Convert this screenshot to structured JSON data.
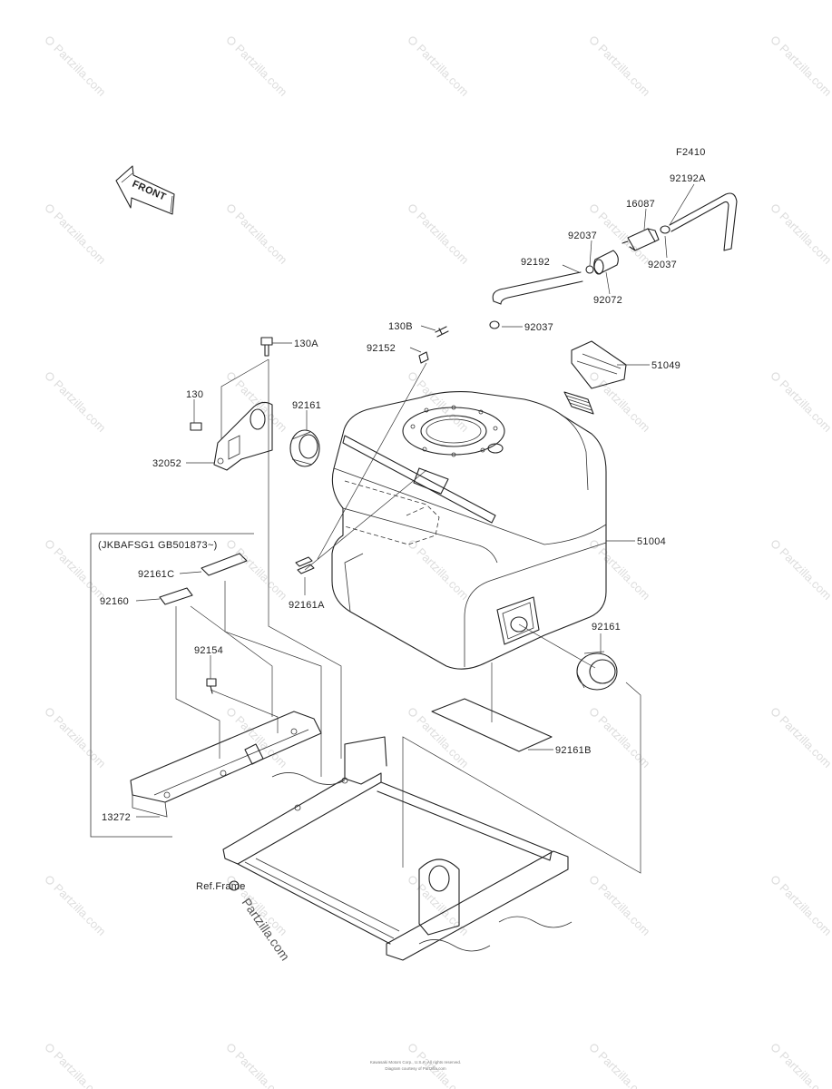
{
  "figure_code": "F2410",
  "front_label": "FRONT",
  "serial_note": "(JKBAFSG1 GB501873~)",
  "watermark": "Partzilla.com",
  "parts": {
    "p92192A": "92192A",
    "p16087": "16087",
    "p92037_a": "92037",
    "p92037_b": "92037",
    "p92037_c": "92037",
    "p92192": "92192",
    "p92072": "92072",
    "p130B": "130B",
    "p92152": "92152",
    "p51049": "51049",
    "p130A": "130A",
    "p130": "130",
    "p92161_a": "92161",
    "p32052": "32052",
    "p51004": "51004",
    "p92161C": "92161C",
    "p92160": "92160",
    "p92161A": "92161A",
    "p92161_b": "92161",
    "p92154": "92154",
    "p92161B": "92161B",
    "p13272": "13272",
    "ref_frame": "Ref.Frame"
  },
  "copyright_line1": "Kawasaki Motors Corp., U.S.A. All rights reserved.",
  "copyright_line2": "Diagram courtesy of Partzilla.com"
}
